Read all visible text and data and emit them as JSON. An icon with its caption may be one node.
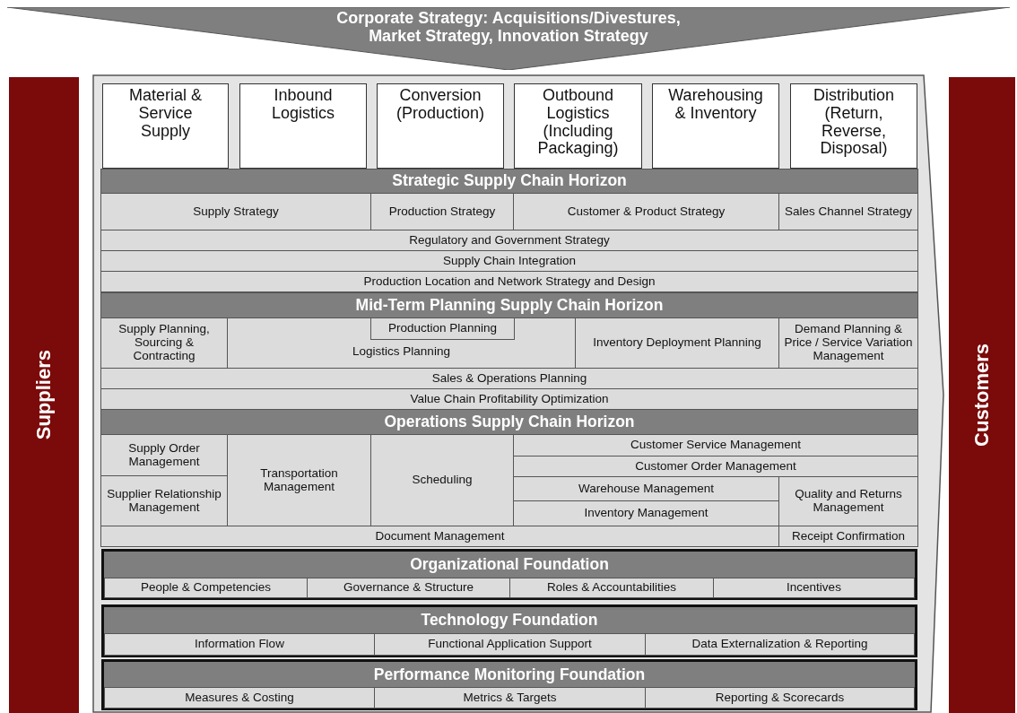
{
  "diagram": {
    "nodes": [
      {
        "text": [
          "Corporate Strategy: Acquisitions/Divestures, Market Strategy, Innovation Strategy"
        ]
      },
      {
        "text": [
          "Suppliers"
        ]
      },
      {
        "text": [
          "Material & Service Supply"
        ]
      },
      {
        "text": [
          "Inbound Logistics"
        ]
      },
      {
        "text": [
          "Conversion (Production)"
        ]
      },
      {
        "text": [
          "Outbound Logistics (Including Packaging)"
        ]
      },
      {
        "text": [
          "Warehousing & Inventory"
        ]
      },
      {
        "text": [
          "Distribution (Return, Reverse, Disposal)"
        ]
      },
      {
        "text": [
          "Strategic Supply Chain Horizon"
        ]
      },
      {
        "text": [
          "Supply Strategy"
        ]
      },
      {
        "text": [
          "Production Strategy"
        ]
      },
      {
        "text": [
          "Customer & Product Strategy"
        ]
      },
      {
        "text": [
          "Sales Channel Strategy"
        ]
      },
      {
        "text": [
          "Regulatory and Government Strategy"
        ]
      },
      {
        "text": [
          "Supply Chain Integration"
        ]
      },
      {
        "text": [
          "Production Location and Network Strategy and Design"
        ]
      },
      {
        "text": [
          "Mid-Term Planning Supply Chain Horizon"
        ]
      },
      {
        "text": [
          "Supply Planning, Sourcing & Contracting"
        ]
      },
      {
        "text": [
          "Logistics Planning"
        ]
      },
      {
        "text": [
          "Production Planning"
        ],
        "in": 18
      },
      {
        "text": [
          "Inventory Deployment Planning"
        ]
      },
      {
        "text": [
          "Demand Planning & Price / Service Variation Management"
        ]
      },
      {
        "text": [
          "Sales & Operations Planning"
        ]
      },
      {
        "text": [
          "Value Chain Profitability Optimization"
        ]
      },
      {
        "text": [
          "Operations Supply Chain Horizon"
        ]
      },
      {
        "text": [
          "Supply Order Management"
        ]
      },
      {
        "text": [
          "Transportation Management"
        ]
      },
      {
        "text": [
          "Scheduling"
        ]
      },
      {
        "text": [
          "Customer Service Management"
        ]
      },
      {
        "text": [
          "Customer Order Management"
        ]
      },
      {
        "text": [
          "Supplier Relationship Management"
        ]
      },
      {
        "text": [
          "Warehouse Management"
        ]
      },
      {
        "text": [
          "Quality and Returns Management"
        ]
      },
      {
        "text": [
          "Inventory Management"
        ]
      },
      {
        "text": [
          "Document Management"
        ]
      },
      {
        "text": [
          "Receipt Confirmation"
        ]
      },
      {
        "text": [
          "Organizational Foundation"
        ]
      },
      {
        "text": [
          "People & Competencies"
        ],
        "in": 36
      },
      {
        "text": [
          "Governance & Structure"
        ],
        "in": 36
      },
      {
        "text": [
          "Roles & Accountabilities"
        ],
        "in": 36
      },
      {
        "text": [
          "Incentives"
        ],
        "in": 36
      },
      {
        "text": [
          "Technology Foundation"
        ]
      },
      {
        "text": [
          "Information Flow"
        ],
        "in": 41
      },
      {
        "text": [
          "Functional Application Support"
        ],
        "in": 41
      },
      {
        "text": [
          "Data Externalization & Reporting"
        ],
        "in": 41
      },
      {
        "text": [
          "Performance Monitoring Foundation"
        ]
      },
      {
        "text": [
          "Measures & Costing"
        ],
        "in": 45
      },
      {
        "text": [
          "Metrics & Targets"
        ],
        "in": 45
      },
      {
        "text": [
          "Reporting & Scorecards"
        ],
        "in": 45
      },
      {
        "text": [
          "Customers"
        ]
      }
    ]
  }
}
